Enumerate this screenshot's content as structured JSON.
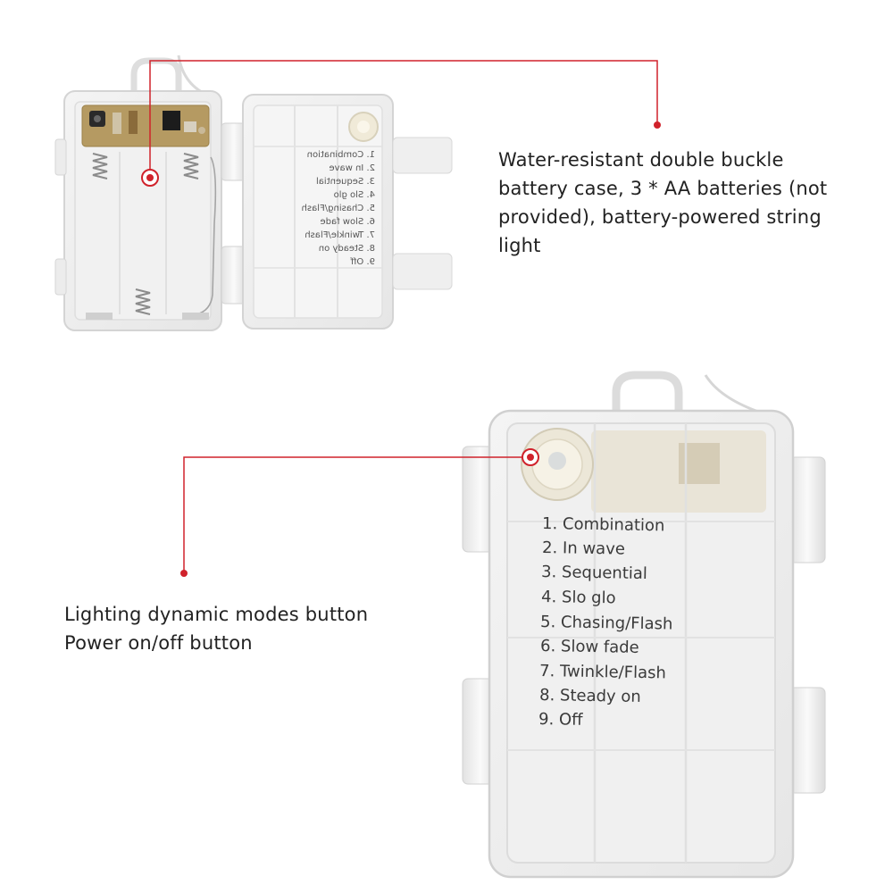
{
  "captions": {
    "battery_case": {
      "lines": [
        "Water-resistant double buckle",
        "battery case, 3 * AA batteries (not",
        "provided), battery-powered string",
        "light"
      ]
    },
    "button": {
      "lines": [
        "Lighting dynamic modes button",
        "Power on/off button"
      ]
    }
  },
  "mode_list": [
    "1. Combination",
    "2. In wave",
    "3. Sequential",
    "4. Slo glo",
    "5. Chasing/Flash",
    "6. Slow fade",
    "7. Twinkle/Flash",
    "8. Steady on",
    "9. Off"
  ],
  "mode_list_small": [
    "2. In wave",
    "3. Sequential",
    "4. Slo glo",
    "5. Chasing/Flash",
    "6. Slow fade",
    "7. Twinkle/Flash",
    "8. Steady on",
    "9. Off"
  ],
  "colors": {
    "callout_red": "#d0222b",
    "case_plastic": "#eeeeee",
    "case_edge": "#d6d6d6",
    "pcb": "#b59a62"
  }
}
